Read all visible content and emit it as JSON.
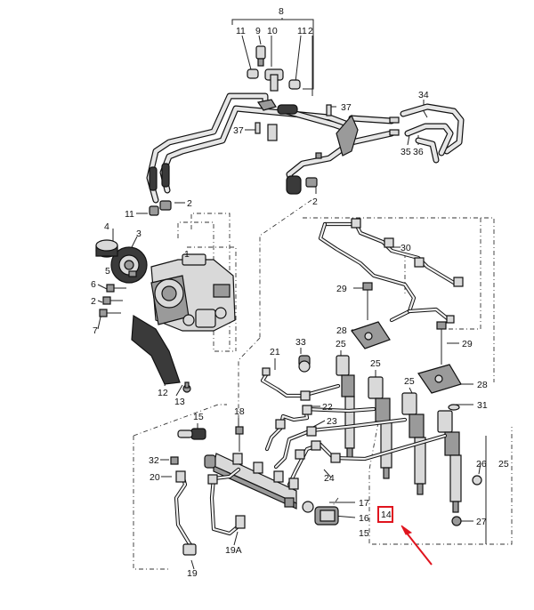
{
  "diagram": {
    "labels": {
      "l8": "8",
      "l11a": "11",
      "l9": "9",
      "l10": "10",
      "l11b": "11",
      "l2a": "2",
      "l37a": "37",
      "l37b": "37",
      "l34": "34",
      "l35": "35",
      "l36": "36",
      "l2b": "2",
      "l11c": "11",
      "l2c": "2",
      "l4": "4",
      "l3": "3",
      "l1": "1",
      "l5": "5",
      "l6": "6",
      "l2d": "2",
      "l7": "7",
      "l12": "12",
      "l13": "13",
      "l30": "30",
      "l29a": "29",
      "l28a": "28",
      "l25a": "25",
      "l29b": "29",
      "l21": "21",
      "l33": "33",
      "l25b": "25",
      "l25c": "25",
      "l28b": "28",
      "l22": "22",
      "l23": "23",
      "l31": "31",
      "l18": "18",
      "l15": "15",
      "l25d": "25",
      "l32": "32",
      "l20": "20",
      "l24": "24",
      "l26": "26",
      "l17": "17",
      "l14": "14",
      "l16": "16",
      "l15b": "15",
      "l27": "27",
      "l19A": "19A",
      "l19": "19"
    },
    "highlight": {
      "color": "#e0141e"
    },
    "pointer": {
      "color": "#e0141e"
    }
  }
}
